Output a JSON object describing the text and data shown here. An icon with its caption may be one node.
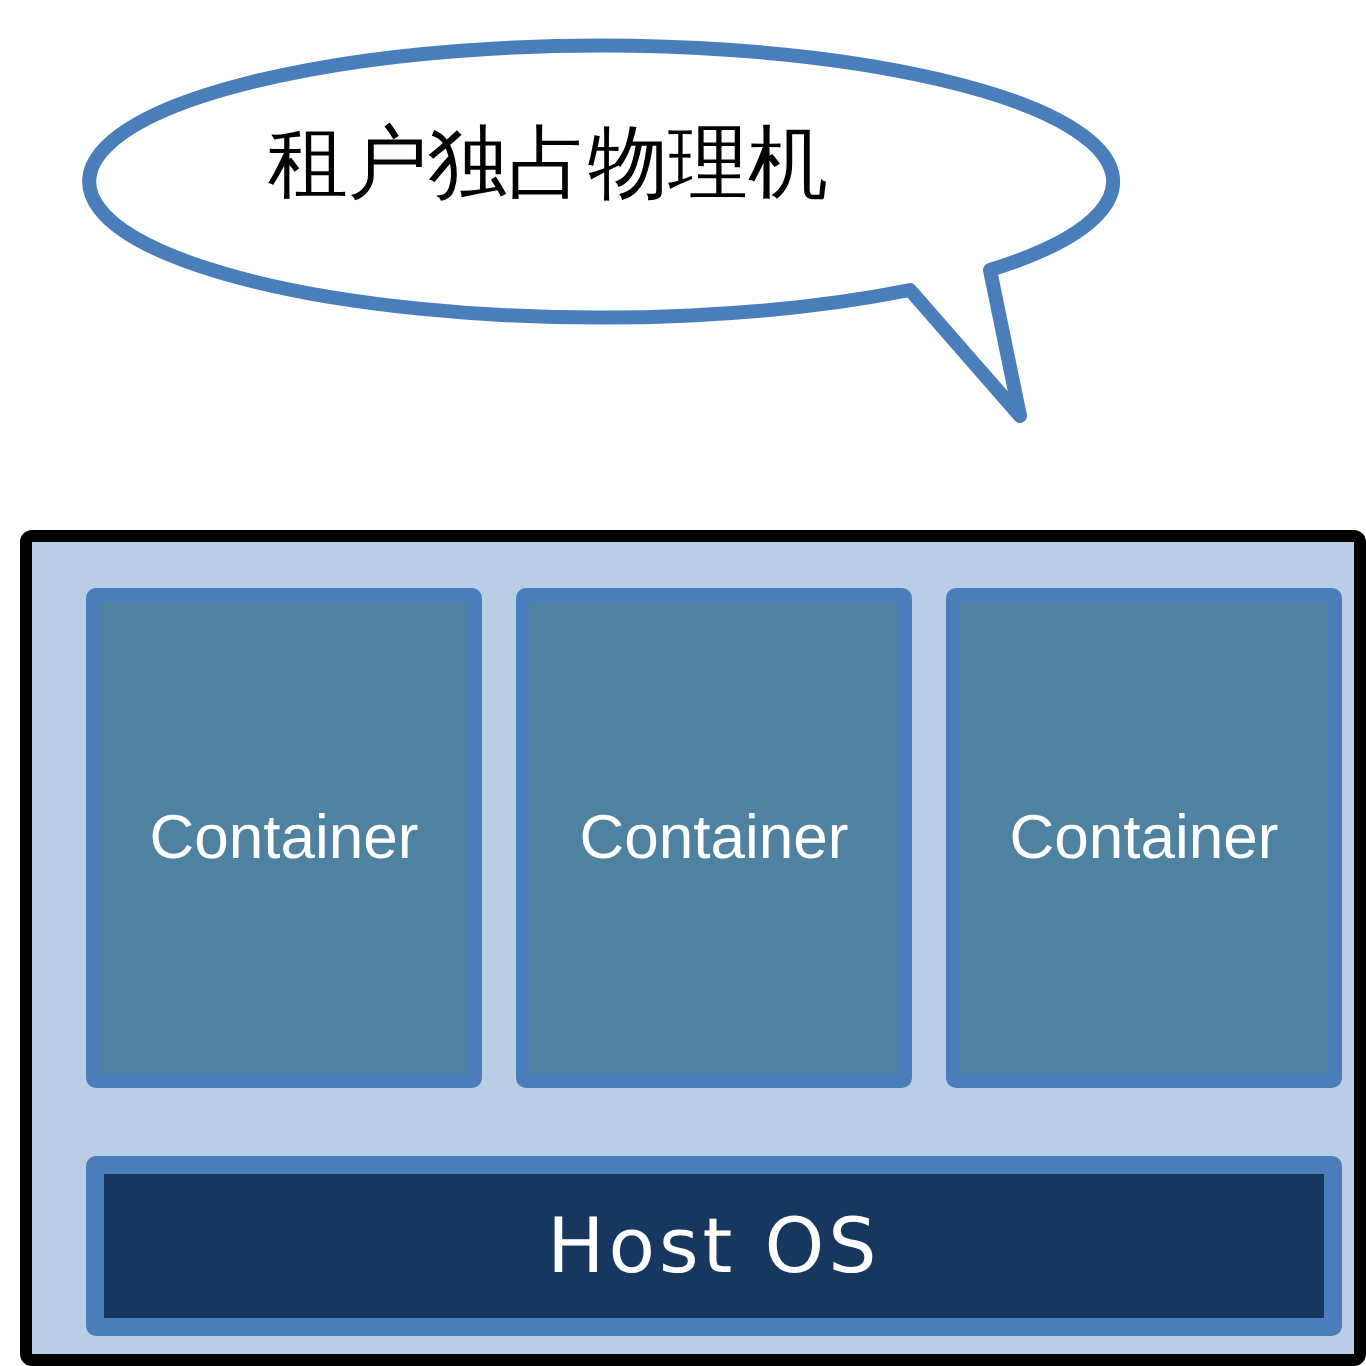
{
  "diagram": {
    "nodes": [
      {
        "text": [
          "租户独占物理机"
        ]
      },
      {
        "text": [],
        "shape": "box"
      },
      {
        "text": [
          "Container"
        ],
        "in": 1
      },
      {
        "text": [
          "Container"
        ],
        "in": 1
      },
      {
        "text": [
          "Container"
        ],
        "in": 1
      },
      {
        "text": [
          "Host OS"
        ],
        "in": 1
      }
    ]
  }
}
